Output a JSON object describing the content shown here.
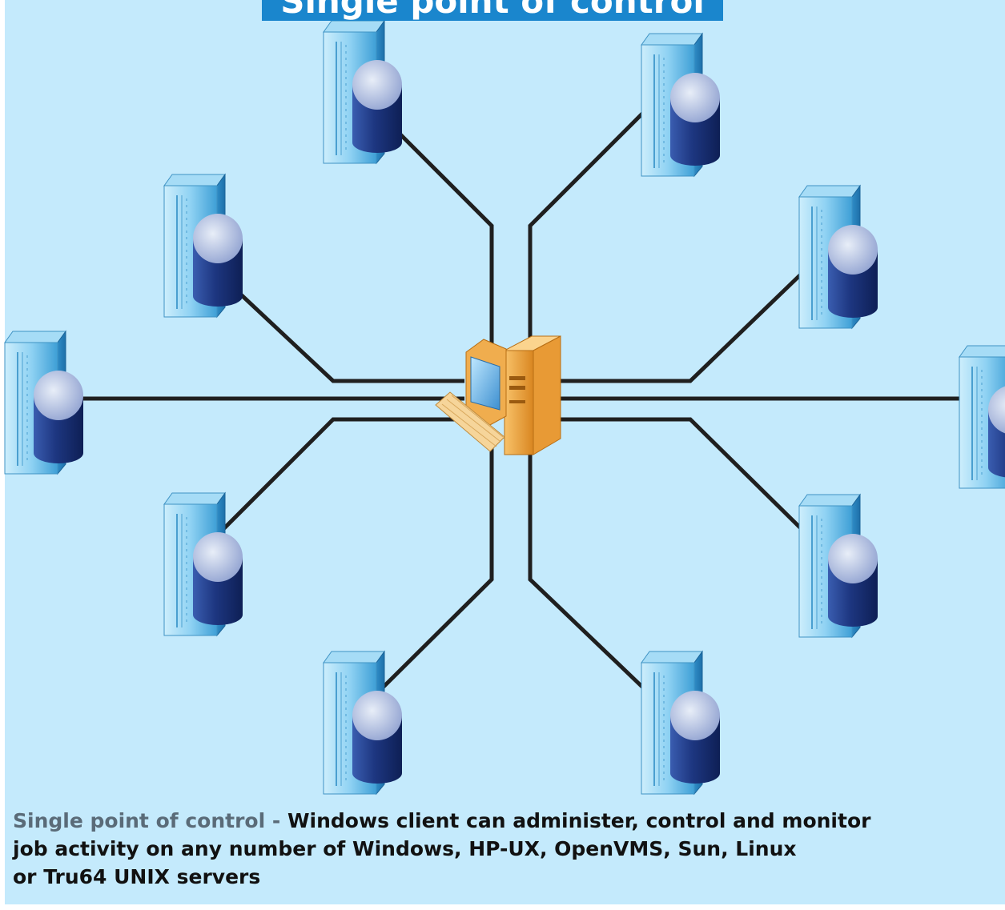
{
  "title": "Single point of control",
  "caption": {
    "lead": "Single point of control",
    "separator": " - ",
    "line1": "Windows client can administer, control and monitor",
    "line2": "job activity on any number of Windows, HP-UX, OpenVMS, Sun, Linux",
    "line3": "or Tru64 UNIX servers"
  },
  "colors": {
    "background": "#c4eafc",
    "banner": "#1a86cd",
    "cable": "#1f1f1f",
    "server": "#56b3e0",
    "disk": "#1f3a7a",
    "client": "#f2a43b"
  },
  "nodes": {
    "center": "client-workstation-icon",
    "servers": [
      "server-top-left-icon",
      "server-top-right-icon",
      "server-upper-left-icon",
      "server-upper-right-icon",
      "server-left-icon",
      "server-right-icon",
      "server-lower-left-icon",
      "server-lower-right-icon",
      "server-bottom-left-icon",
      "server-bottom-right-icon"
    ]
  }
}
